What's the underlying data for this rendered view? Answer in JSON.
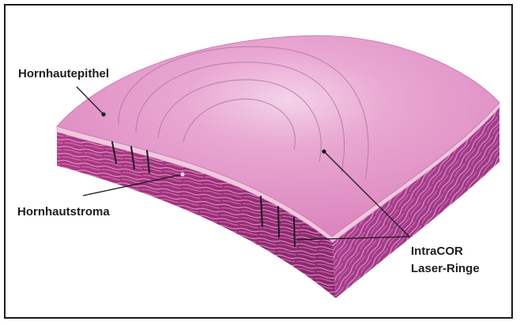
{
  "labels": {
    "epithel": "Hornhautepithel",
    "stroma": "Hornhautstroma",
    "laser_line1": "IntraCOR",
    "laser_line2": "Laser-Ringe"
  },
  "colors": {
    "border": "#1a1a1a",
    "surface_pink": "#e08ec2",
    "highlight": "#f4d2e8",
    "stroma_magenta": "#a0307a",
    "stroma_light": "#c95ba4",
    "fiber": "#f3c9e3",
    "ring_line": "#a77aa3",
    "cut_mark": "#1a1a1a"
  }
}
